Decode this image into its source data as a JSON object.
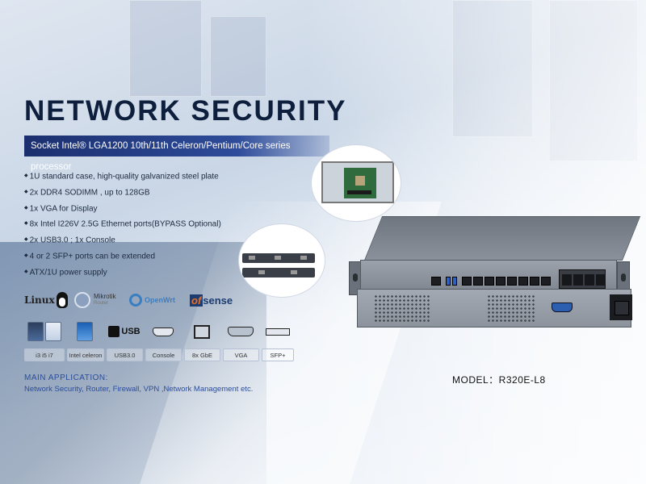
{
  "headline": "NETWORK SECURITY",
  "subtitle": "Socket Intel® LGA1200 10th/11th Celeron/Pentium/Core series processor",
  "features": [
    "1U standard case, high-quality galvanized steel plate",
    "2x DDR4 SODIMM , up to 128GB",
    "1x VGA for Display",
    "8x Intel I226V 2.5G Ethernet ports(BYPASS Optional)",
    "2x USB3.0 ; 1x Console",
    "4 or 2 SFP+ ports can be extended",
    "ATX/1U power supply"
  ],
  "os_logos": {
    "linux": "Linux",
    "mikrotik": "Mikrotik",
    "mikrotik_sub": "Router",
    "openwrt": "OpenWrt",
    "opnsense_prefix": "of",
    "opnsense_suffix": "sense"
  },
  "port_icons": {
    "usb_label": "USB"
  },
  "port_labels": [
    "i3  i5  i7",
    "Intel celeron",
    "USB3.0",
    "Console",
    "8x GbE",
    "VGA",
    "SFP+"
  ],
  "main_application": {
    "heading": "MAIN APPLICATION:",
    "text": "Network Security, Router, Firewall, VPN ,Network Management etc."
  },
  "model": "MODEL：R320E-L8",
  "colors": {
    "title": "#0d1f3c",
    "subtitle_bar": "#1b2f6e",
    "accent_text": "#2b4d9c"
  }
}
